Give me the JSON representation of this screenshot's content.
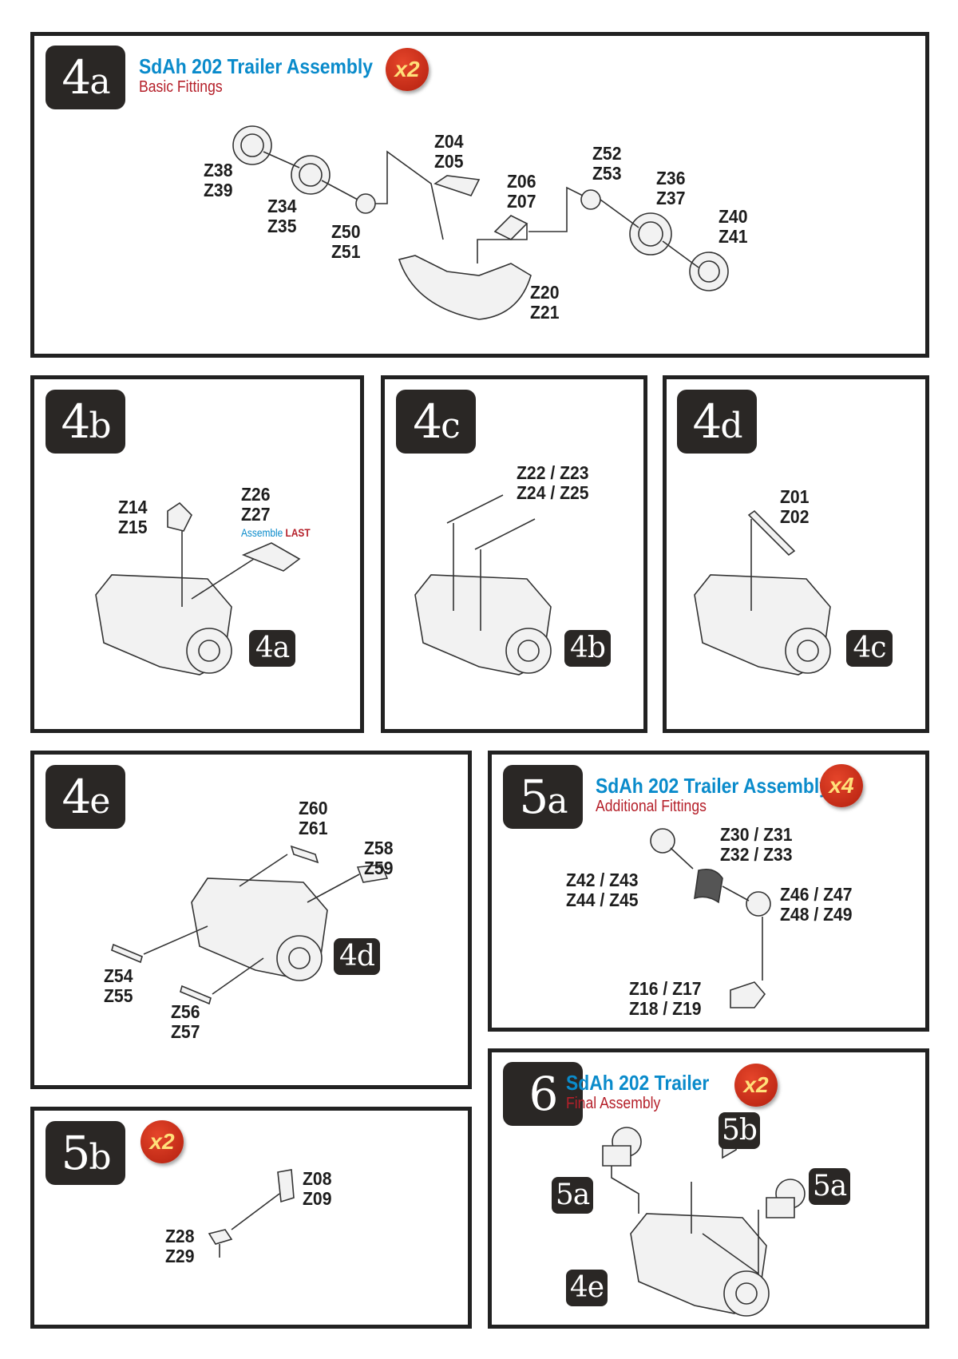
{
  "p4a": {
    "step": "4",
    "sub": "a",
    "title": "SdAh 202 Trailer Assembly",
    "subtitle": "Basic Fittings",
    "multiplier": "x2",
    "labels": [
      "Z38\nZ39",
      "Z34\nZ35",
      "Z50\nZ51",
      "Z04\nZ05",
      "Z06\nZ07",
      "Z52\nZ53",
      "Z36\nZ37",
      "Z40\nZ41",
      "Z20\nZ21"
    ]
  },
  "p4b": {
    "step": "4",
    "sub": "b",
    "labels": [
      "Z14\nZ15",
      "Z26\nZ27"
    ],
    "note_a": "Assemble ",
    "note_b": "LAST",
    "ref": "4a"
  },
  "p4c": {
    "step": "4",
    "sub": "c",
    "labels": [
      "Z22 / Z23\nZ24 / Z25"
    ],
    "ref": "4b"
  },
  "p4d": {
    "step": "4",
    "sub": "d",
    "labels": [
      "Z01\nZ02"
    ],
    "ref": "4c"
  },
  "p4e": {
    "step": "4",
    "sub": "e",
    "labels": [
      "Z60\nZ61",
      "Z58\nZ59",
      "Z54\nZ55",
      "Z56\nZ57"
    ],
    "ref": "4d"
  },
  "p5a": {
    "step": "5",
    "sub": "a",
    "title": "SdAh 202 Trailer Assembly",
    "subtitle": "Additional Fittings",
    "multiplier": "x4",
    "labels": [
      "Z30 / Z31\nZ32 / Z33",
      "Z42 / Z43\nZ44 / Z45",
      "Z46 / Z47\nZ48 / Z49",
      "Z16 / Z17\nZ18 / Z19"
    ]
  },
  "p5b": {
    "step": "5",
    "sub": "b",
    "multiplier": "x2",
    "labels": [
      "Z08\nZ09",
      "Z28\nZ29"
    ]
  },
  "p6": {
    "step": "6",
    "title": "SdAh 202 Trailer",
    "subtitle": "Final Assembly",
    "multiplier": "x2",
    "refs": [
      "5b",
      "5a",
      "5a",
      "4e"
    ]
  }
}
